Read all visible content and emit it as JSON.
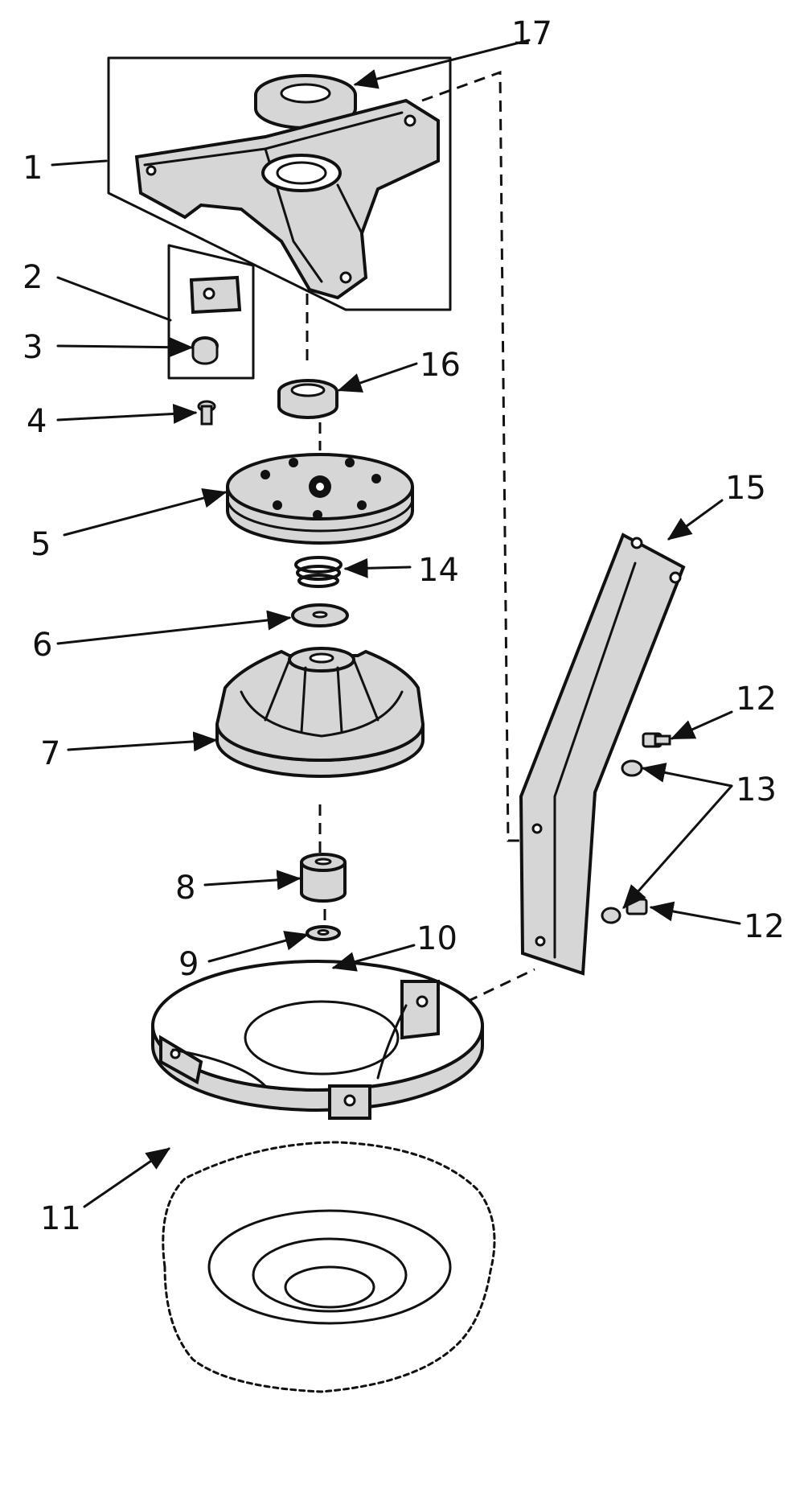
{
  "callouts": {
    "c1": "1",
    "c2": "2",
    "c3": "3",
    "c4": "4",
    "c5": "5",
    "c6": "6",
    "c7": "7",
    "c8": "8",
    "c9": "9",
    "c10": "10",
    "c11": "11",
    "c12a": "12",
    "c12b": "12",
    "c13": "13",
    "c14": "14",
    "c15": "15",
    "c16": "16",
    "c17": "17"
  },
  "colors": {
    "ink": "#111111",
    "paper": "#ffffff",
    "shade": "#d6d6d6"
  }
}
